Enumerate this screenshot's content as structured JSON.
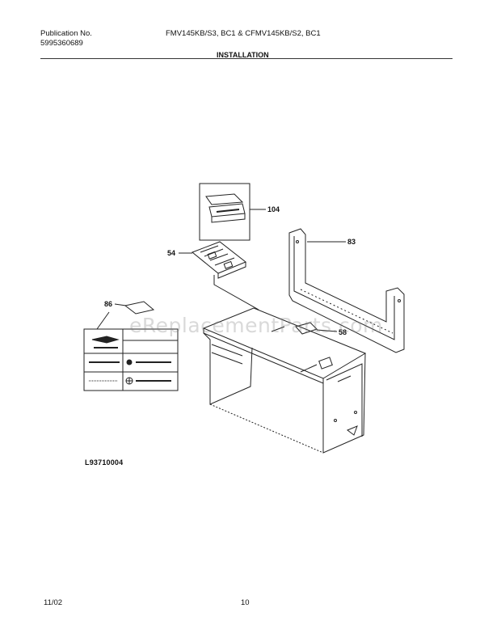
{
  "header": {
    "publication_label": "Publication No.",
    "publication_number": "5995360689",
    "models": "FMV145KB/S3, BC1 & CFMV145KB/S2, BC1",
    "section_title": "INSTALLATION"
  },
  "diagram": {
    "callouts": [
      "104",
      "54",
      "83",
      "86",
      "58"
    ],
    "drawing_code": "L93710004"
  },
  "watermark": "eReplacementParts.com",
  "footer": {
    "date": "11/02",
    "page": "10"
  }
}
